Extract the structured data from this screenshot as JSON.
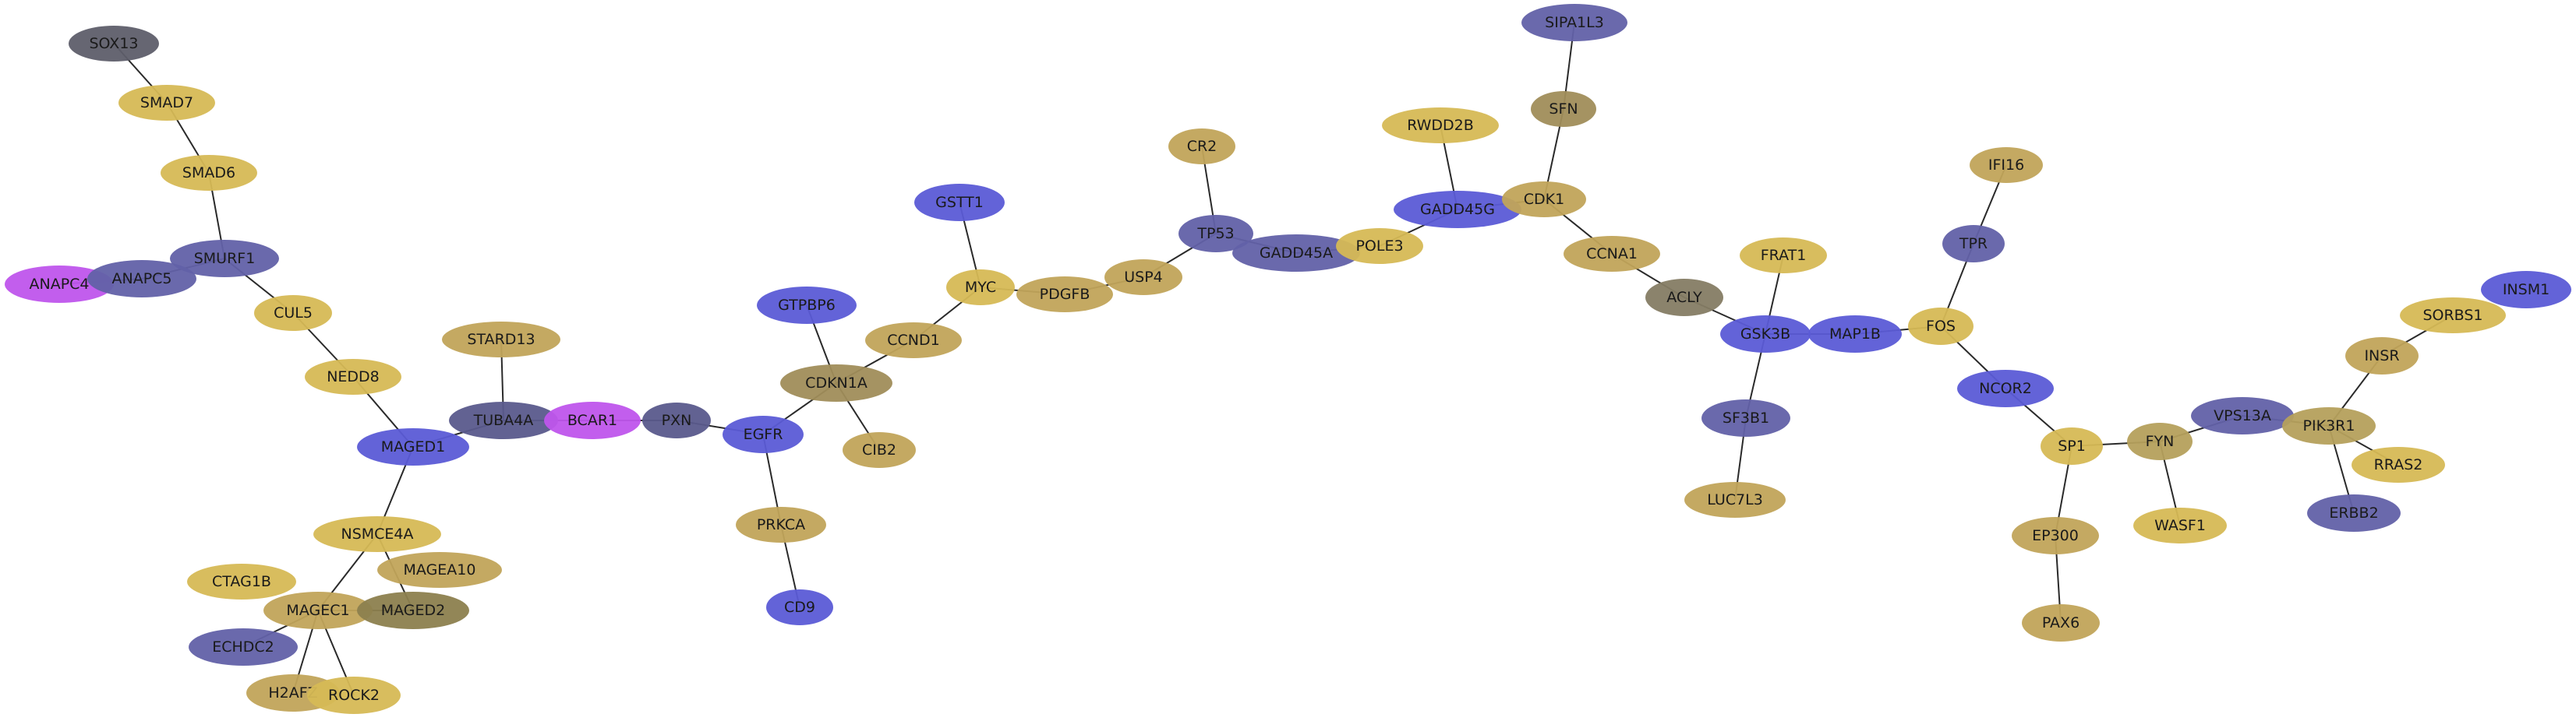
{
  "colors": {
    "gold": "#d6b955",
    "tan": "#c1a45a",
    "olive": "#a08d5a",
    "olive_dark": "#8c7f4e",
    "khaki": "#b5a05c",
    "blue": "#5b5bd6",
    "slate": "#6261a8",
    "navy_gray": "#5a5a8c",
    "dark_gray": "#5e5e6a",
    "magenta": "#bf55ec",
    "gray_brown": "#857c64"
  },
  "nodes": [
    {
      "id": "SOX13",
      "label": "SOX13",
      "color": "dark_gray"
    },
    {
      "id": "SMAD7",
      "label": "SMAD7",
      "color": "gold"
    },
    {
      "id": "SMAD6",
      "label": "SMAD6",
      "color": "gold"
    },
    {
      "id": "SMURF1",
      "label": "SMURF1",
      "color": "slate"
    },
    {
      "id": "ANAPC4",
      "label": "ANAPC4",
      "color": "magenta"
    },
    {
      "id": "ANAPC5",
      "label": "ANAPC5",
      "color": "slate"
    },
    {
      "id": "CUL5",
      "label": "CUL5",
      "color": "gold"
    },
    {
      "id": "NEDD8",
      "label": "NEDD8",
      "color": "gold"
    },
    {
      "id": "MAGED1",
      "label": "MAGED1",
      "color": "blue"
    },
    {
      "id": "STARD13",
      "label": "STARD13",
      "color": "tan"
    },
    {
      "id": "TUBA4A",
      "label": "TUBA4A",
      "color": "navy_gray"
    },
    {
      "id": "BCAR1",
      "label": "BCAR1",
      "color": "magenta"
    },
    {
      "id": "PXN",
      "label": "PXN",
      "color": "navy_gray"
    },
    {
      "id": "EGFR",
      "label": "EGFR",
      "color": "blue"
    },
    {
      "id": "PRKCA",
      "label": "PRKCA",
      "color": "tan"
    },
    {
      "id": "CD9",
      "label": "CD9",
      "color": "blue"
    },
    {
      "id": "NSMCE4A",
      "label": "NSMCE4A",
      "color": "gold"
    },
    {
      "id": "MAGEA10",
      "label": "MAGEA10",
      "color": "tan"
    },
    {
      "id": "CTAG1B",
      "label": "CTAG1B",
      "color": "gold"
    },
    {
      "id": "MAGEC1",
      "label": "MAGEC1",
      "color": "tan"
    },
    {
      "id": "MAGED2",
      "label": "MAGED2",
      "color": "olive_dark"
    },
    {
      "id": "ECHDC2",
      "label": "ECHDC2",
      "color": "slate"
    },
    {
      "id": "H2AFZ",
      "label": "H2AFZ",
      "color": "tan"
    },
    {
      "id": "ROCK2",
      "label": "ROCK2",
      "color": "gold"
    },
    {
      "id": "GTPBP6",
      "label": "GTPBP6",
      "color": "blue"
    },
    {
      "id": "CDKN1A",
      "label": "CDKN1A",
      "color": "olive"
    },
    {
      "id": "CIB2",
      "label": "CIB2",
      "color": "tan"
    },
    {
      "id": "CCND1",
      "label": "CCND1",
      "color": "tan"
    },
    {
      "id": "GSTT1",
      "label": "GSTT1",
      "color": "blue"
    },
    {
      "id": "MYC",
      "label": "MYC",
      "color": "gold"
    },
    {
      "id": "PDGFB",
      "label": "PDGFB",
      "color": "tan"
    },
    {
      "id": "USP4",
      "label": "USP4",
      "color": "tan"
    },
    {
      "id": "CR2",
      "label": "CR2",
      "color": "tan"
    },
    {
      "id": "TP53",
      "label": "TP53",
      "color": "slate"
    },
    {
      "id": "GADD45A",
      "label": "GADD45A",
      "color": "slate"
    },
    {
      "id": "POLE3",
      "label": "POLE3",
      "color": "gold"
    },
    {
      "id": "RWDD2B",
      "label": "RWDD2B",
      "color": "gold"
    },
    {
      "id": "GADD45G",
      "label": "GADD45G",
      "color": "blue"
    },
    {
      "id": "SIPA1L3",
      "label": "SIPA1L3",
      "color": "slate"
    },
    {
      "id": "SFN",
      "label": "SFN",
      "color": "olive"
    },
    {
      "id": "CDK1",
      "label": "CDK1",
      "color": "tan"
    },
    {
      "id": "CCNA1",
      "label": "CCNA1",
      "color": "tan"
    },
    {
      "id": "ACLY",
      "label": "ACLY",
      "color": "gray_brown"
    },
    {
      "id": "FRAT1",
      "label": "FRAT1",
      "color": "gold"
    },
    {
      "id": "GSK3B",
      "label": "GSK3B",
      "color": "blue"
    },
    {
      "id": "MAP1B",
      "label": "MAP1B",
      "color": "blue"
    },
    {
      "id": "SF3B1",
      "label": "SF3B1",
      "color": "slate"
    },
    {
      "id": "LUC7L3",
      "label": "LUC7L3",
      "color": "tan"
    },
    {
      "id": "IFI16",
      "label": "IFI16",
      "color": "tan"
    },
    {
      "id": "TPR",
      "label": "TPR",
      "color": "slate"
    },
    {
      "id": "FOS",
      "label": "FOS",
      "color": "gold"
    },
    {
      "id": "NCOR2",
      "label": "NCOR2",
      "color": "blue"
    },
    {
      "id": "SP1",
      "label": "SP1",
      "color": "gold"
    },
    {
      "id": "EP300",
      "label": "EP300",
      "color": "tan"
    },
    {
      "id": "PAX6",
      "label": "PAX6",
      "color": "tan"
    },
    {
      "id": "FYN",
      "label": "FYN",
      "color": "khaki"
    },
    {
      "id": "WASF1",
      "label": "WASF1",
      "color": "gold"
    },
    {
      "id": "VPS13A",
      "label": "VPS13A",
      "color": "slate"
    },
    {
      "id": "PIK3R1",
      "label": "PIK3R1",
      "color": "khaki"
    },
    {
      "id": "ERBB2",
      "label": "ERBB2",
      "color": "slate"
    },
    {
      "id": "RRAS2",
      "label": "RRAS2",
      "color": "gold"
    },
    {
      "id": "INSR",
      "label": "INSR",
      "color": "tan"
    },
    {
      "id": "SORBS1",
      "label": "SORBS1",
      "color": "gold"
    },
    {
      "id": "INSM1",
      "label": "INSM1",
      "color": "blue"
    }
  ],
  "edges": [
    [
      "SOX13",
      "SMAD7"
    ],
    [
      "SMAD7",
      "SMAD6"
    ],
    [
      "SMAD6",
      "SMURF1"
    ],
    [
      "SMURF1",
      "ANAPC5"
    ],
    [
      "ANAPC5",
      "ANAPC4"
    ],
    [
      "SMURF1",
      "CUL5"
    ],
    [
      "CUL5",
      "NEDD8"
    ],
    [
      "NEDD8",
      "MAGED1"
    ],
    [
      "MAGED1",
      "TUBA4A"
    ],
    [
      "STARD13",
      "TUBA4A"
    ],
    [
      "TUBA4A",
      "BCAR1"
    ],
    [
      "BCAR1",
      "PXN"
    ],
    [
      "PXN",
      "EGFR"
    ],
    [
      "EGFR",
      "PRKCA"
    ],
    [
      "PRKCA",
      "CD9"
    ],
    [
      "EGFR",
      "CDKN1A"
    ],
    [
      "MAGED1",
      "NSMCE4A"
    ],
    [
      "NSMCE4A",
      "MAGEC1"
    ],
    [
      "NSMCE4A",
      "MAGED2"
    ],
    [
      "MAGEC1",
      "MAGED2"
    ],
    [
      "MAGEC1",
      "ECHDC2"
    ],
    [
      "MAGEC1",
      "H2AFZ"
    ],
    [
      "MAGEC1",
      "ROCK2"
    ],
    [
      "GTPBP6",
      "CDKN1A"
    ],
    [
      "CDKN1A",
      "CIB2"
    ],
    [
      "CDKN1A",
      "CCND1"
    ],
    [
      "CCND1",
      "MYC"
    ],
    [
      "GSTT1",
      "MYC"
    ],
    [
      "MYC",
      "PDGFB"
    ],
    [
      "PDGFB",
      "USP4"
    ],
    [
      "USP4",
      "TP53"
    ],
    [
      "CR2",
      "TP53"
    ],
    [
      "TP53",
      "GADD45A"
    ],
    [
      "GADD45A",
      "POLE3"
    ],
    [
      "POLE3",
      "GADD45G"
    ],
    [
      "RWDD2B",
      "GADD45G"
    ],
    [
      "GADD45G",
      "CDK1"
    ],
    [
      "SIPA1L3",
      "SFN"
    ],
    [
      "SFN",
      "CDK1"
    ],
    [
      "CDK1",
      "CCNA1"
    ],
    [
      "CCNA1",
      "ACLY"
    ],
    [
      "ACLY",
      "GSK3B"
    ],
    [
      "FRAT1",
      "GSK3B"
    ],
    [
      "GSK3B",
      "SF3B1"
    ],
    [
      "SF3B1",
      "LUC7L3"
    ],
    [
      "GSK3B",
      "MAP1B"
    ],
    [
      "MAP1B",
      "FOS"
    ],
    [
      "IFI16",
      "TPR"
    ],
    [
      "TPR",
      "FOS"
    ],
    [
      "FOS",
      "NCOR2"
    ],
    [
      "NCOR2",
      "SP1"
    ],
    [
      "SP1",
      "EP300"
    ],
    [
      "EP300",
      "PAX6"
    ],
    [
      "SP1",
      "FYN"
    ],
    [
      "FYN",
      "WASF1"
    ],
    [
      "FYN",
      "VPS13A"
    ],
    [
      "VPS13A",
      "PIK3R1"
    ],
    [
      "PIK3R1",
      "ERBB2"
    ],
    [
      "PIK3R1",
      "RRAS2"
    ],
    [
      "PIK3R1",
      "INSR"
    ],
    [
      "INSR",
      "SORBS1"
    ]
  ]
}
